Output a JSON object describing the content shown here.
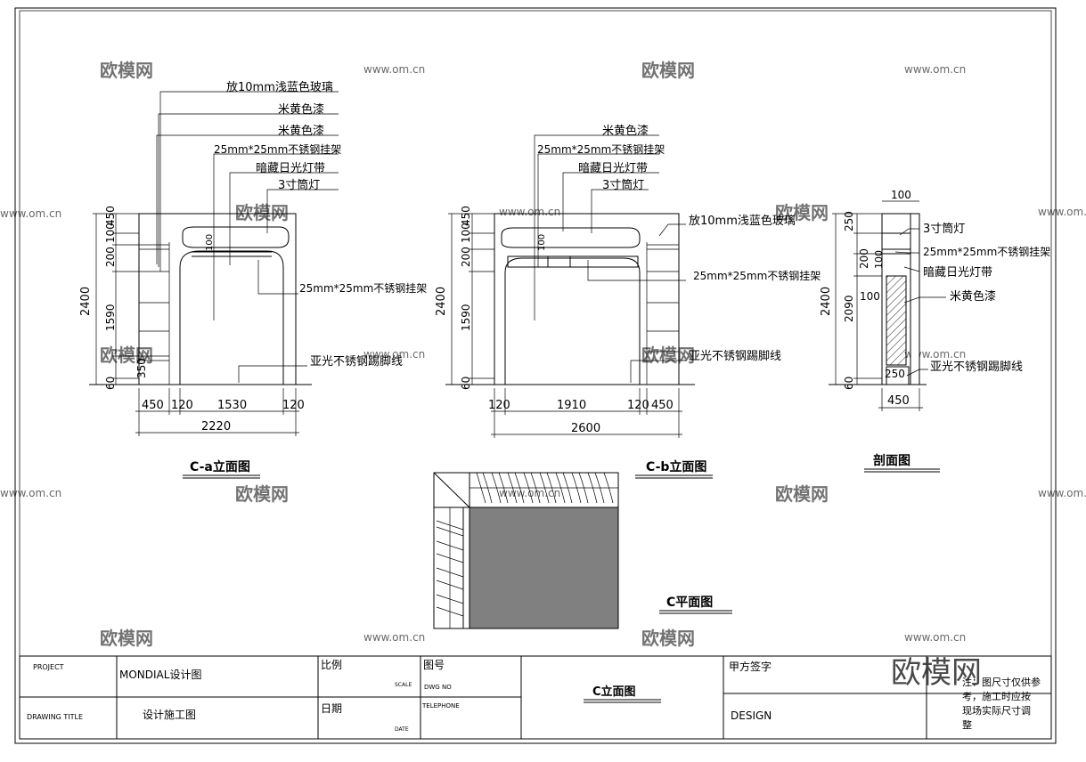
{
  "watermark": {
    "brand": "欧模网",
    "site": "www.om.cn",
    "big_logo": "欧模网"
  },
  "views": {
    "ca": {
      "title": "C-a立面图",
      "labels": [
        "放10mm浅蓝色玻璃",
        "米黄色漆",
        "米黄色漆",
        "25mm*25mm不锈钢挂架",
        "暗藏日光灯带",
        "3寸筒灯",
        "25mm*25mm不锈钢挂架",
        "亚光不锈钢踢脚线"
      ],
      "dims_v": [
        "450",
        "100",
        "200",
        "1590",
        "350",
        "60",
        "2400"
      ],
      "inner_dim": "100",
      "dims_h": [
        "450",
        "120",
        "1530",
        "120"
      ],
      "total": "2220"
    },
    "cb": {
      "title": "C-b立面图",
      "labels": [
        "米黄色漆",
        "25mm*25mm不锈钢挂架",
        "暗藏日光灯带",
        "3寸筒灯",
        "放10mm浅蓝色玻璃",
        "25mm*25mm不锈钢挂架",
        "亚光不锈钢踢脚线"
      ],
      "dims_v": [
        "450",
        "100",
        "200",
        "1590",
        "60",
        "2400"
      ],
      "inner_dim": "100",
      "dims_h": [
        "120",
        "1910",
        "120",
        "450"
      ],
      "total": "2600"
    },
    "section": {
      "title": "剖面图",
      "labels": [
        "3寸筒灯",
        "25mm*25mm不锈钢挂架",
        "暗藏日光灯带",
        "米黄色漆",
        "亚光不锈钢踢脚线"
      ],
      "dims": [
        "100",
        "250",
        "200",
        "100",
        "100",
        "2090",
        "2400",
        "60",
        "250",
        "450"
      ]
    },
    "plan": {
      "title": "C平面图"
    }
  },
  "title_block": {
    "project_label": "PROJECT",
    "project_value": "MONDIAL设计图",
    "drawing_title_label": "DRAWING TITLE",
    "drawing_title_value": "设计施工图",
    "scale_cn": "比例",
    "scale_en": "SCALE",
    "date_cn": "日期",
    "date_en": "DATE",
    "dwg_cn": "图号",
    "dwg_en": "DWG NO",
    "telephone": "TELEPHONE",
    "center_title": "C立面图",
    "client_sign": "甲方签字",
    "design": "DESIGN",
    "note_lines": [
      "注：图尺寸仅供参",
      "考，施工时应按",
      "现场实际尺寸调",
      "整"
    ]
  }
}
